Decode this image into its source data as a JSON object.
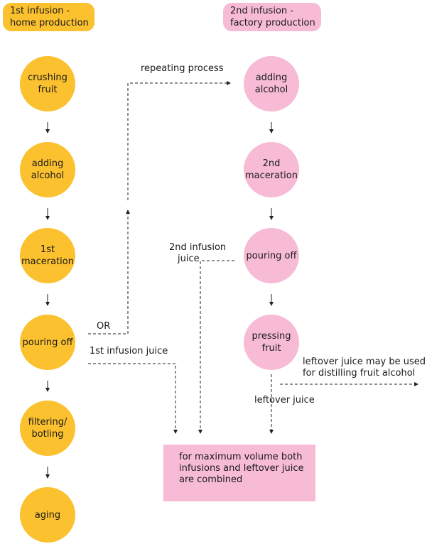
{
  "colors": {
    "home": "#fbc12f",
    "factory": "#f7bbd6",
    "line": "#222222"
  },
  "headers": {
    "home": {
      "line1": "1st infusion -",
      "line2": "home production"
    },
    "factory": {
      "line1": "2nd infusion -",
      "line2": "factory production"
    }
  },
  "home_steps": [
    {
      "line1": "crushing",
      "line2": "fruit"
    },
    {
      "line1": "adding",
      "line2": "alcohol"
    },
    {
      "line1": "1st",
      "line2": "maceration"
    },
    {
      "line1": "pouring off",
      "line2": ""
    },
    {
      "line1": "filtering/",
      "line2": "botling"
    },
    {
      "line1": "aging",
      "line2": ""
    }
  ],
  "factory_steps": [
    {
      "line1": "adding",
      "line2": "alcohol"
    },
    {
      "line1": "2nd",
      "line2": "maceration"
    },
    {
      "line1": "pouring off",
      "line2": ""
    },
    {
      "line1": "pressing",
      "line2": "fruit"
    }
  ],
  "labels": {
    "repeating": "repeating process",
    "or": "OR",
    "first_juice": "1st infusion juice",
    "second_juice_1": "2nd infusion",
    "second_juice_2": "juice",
    "leftover_note_1": "leftover juice may be used",
    "leftover_note_2": "for distilling fruit alcohol",
    "leftover_juice": "leftover juice"
  },
  "result_box": {
    "line1": "for maximum volume both",
    "line2": "infusions and leftover juice",
    "line3": "are combined"
  }
}
